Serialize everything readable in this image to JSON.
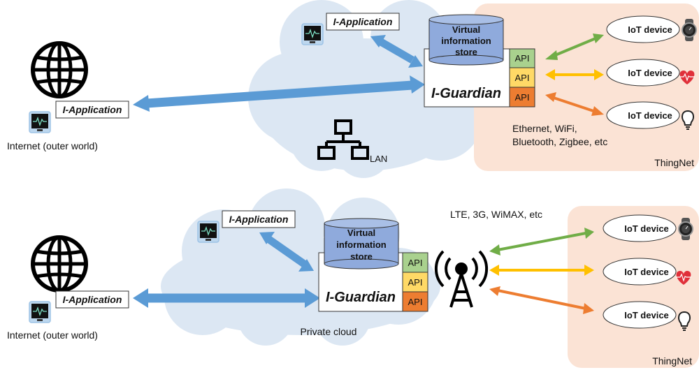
{
  "top": {
    "i_app_lan": "I-Application",
    "i_app_internet": "I-Application",
    "internet_label": "Internet (outer world)",
    "store_line1": "Virtual",
    "store_line2": "information",
    "store_line3": "store",
    "guardian": "I-Guardian",
    "api": [
      "API",
      "API",
      "API"
    ],
    "lan_label": "LAN",
    "protocols_line1": "Ethernet, WiFi,",
    "protocols_line2": "Bluetooth, Zigbee, etc",
    "devices": [
      "IoT device",
      "IoT device",
      "IoT device"
    ],
    "thingnet": "ThingNet"
  },
  "bottom": {
    "i_app_cloud": "I-Application",
    "i_app_internet": "I-Application",
    "internet_label": "Internet (outer world)",
    "store_line1": "Virtual",
    "store_line2": "information",
    "store_line3": "store",
    "guardian": "I-Guardian",
    "api": [
      "API",
      "API",
      "API"
    ],
    "cloud_label": "Private cloud",
    "wireless_label": "LTE, 3G, WiMAX, etc",
    "devices": [
      "IoT device",
      "IoT device",
      "IoT device"
    ],
    "thingnet": "ThingNet"
  },
  "colors": {
    "thingnet_bg": "#FBE3D5",
    "cloud": "#DCE7F3",
    "link_blue": "#5B9BD5",
    "api_green": "#A9D18E",
    "api_yellow": "#FFD966",
    "api_orange": "#ED7D31",
    "arrow_green": "#70AD47",
    "arrow_yellow": "#FFC000",
    "arrow_orange": "#ED7D31",
    "store_fill": "#8FAADC"
  },
  "icons": [
    "globe-icon",
    "monitor-icon",
    "network-icon",
    "antenna-icon",
    "watch-icon",
    "heart-icon",
    "bulb-icon"
  ]
}
